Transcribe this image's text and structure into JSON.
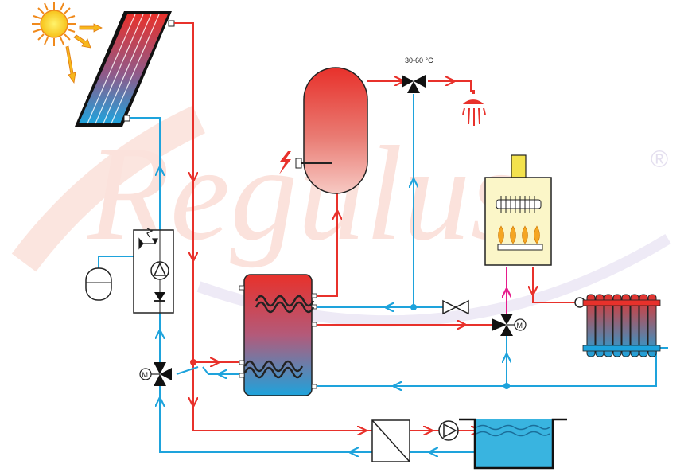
{
  "diagram": {
    "watermark": "Regulus",
    "registered_mark": "®",
    "mix_valve_temp": "30-60 °C",
    "motor_letter": "M",
    "colors": {
      "hot": "#e8312b",
      "cold": "#1ea3dc",
      "boiler_out": "#e61c8c",
      "pipe_dark": "#1a1a1a",
      "boiler_body": "#fbf6c8",
      "boiler_flue": "#f3e24d",
      "flame": "#f5a623",
      "pool_water": "#39b4e0",
      "watermark": "#fbe2dc"
    },
    "components": [
      "sun-icon",
      "solar-collector",
      "water-heater",
      "thermostatic-mixing-valve",
      "shower-head",
      "gas-boiler",
      "radiator",
      "expansion-vessel",
      "pump-group",
      "solar-storage-tank",
      "three-way-motor-valve",
      "heat-exchanger",
      "circulation-pump",
      "swimming-pool",
      "electric-heating-element",
      "shutoff-valve"
    ]
  }
}
